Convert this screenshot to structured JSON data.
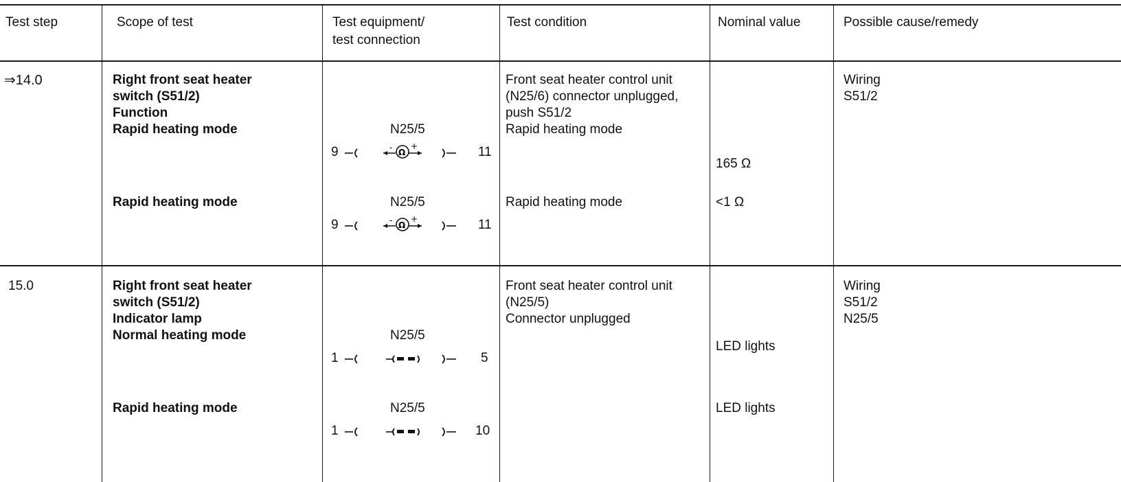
{
  "headers": {
    "step": "Test step",
    "scope": "Scope of test",
    "equip_line1": "Test equipment/",
    "equip_line2": "test connection",
    "condition": "Test condition",
    "nominal": "Nominal value",
    "cause": "Possible cause/remedy"
  },
  "rows": [
    {
      "step": "⇒14.0",
      "scope": [
        "Right front seat heater",
        "switch (S51/2)",
        "Function",
        "Rapid heating mode"
      ],
      "scope2": "Rapid heating mode",
      "condition": [
        "Front seat heater control unit",
        "(N25/6) connector unplugged,",
        "push S51/2",
        "Rapid heating mode"
      ],
      "condition2": "Rapid heating mode",
      "nominal": [
        "165 Ω",
        "<1 Ω"
      ],
      "cause": [
        "Wiring",
        "S51/2"
      ],
      "connections": [
        {
          "unit": "N25/5",
          "pin_left": "9",
          "pin_right": "11",
          "device": "ohmmeter",
          "device_glyph": "Ω"
        },
        {
          "unit": "N25/5",
          "pin_left": "9",
          "pin_right": "11",
          "device": "ohmmeter",
          "device_glyph": "Ω"
        }
      ]
    },
    {
      "step": "15.0",
      "scope": [
        "Right front seat heater",
        "switch (S51/2)",
        "Indicator lamp",
        "Normal heating mode"
      ],
      "scope2": "Rapid heating mode",
      "condition": [
        "Front seat heater control unit",
        "(N25/5)",
        "Connector unplugged"
      ],
      "nominal": [
        "LED lights",
        "LED lights"
      ],
      "cause": [
        "Wiring",
        "S51/2",
        "N25/5"
      ],
      "connections": [
        {
          "unit": "N25/5",
          "pin_left": "1",
          "pin_right": "5",
          "device": "led-tester"
        },
        {
          "unit": "N25/5",
          "pin_left": "1",
          "pin_right": "10",
          "device": "led-tester"
        }
      ]
    }
  ]
}
